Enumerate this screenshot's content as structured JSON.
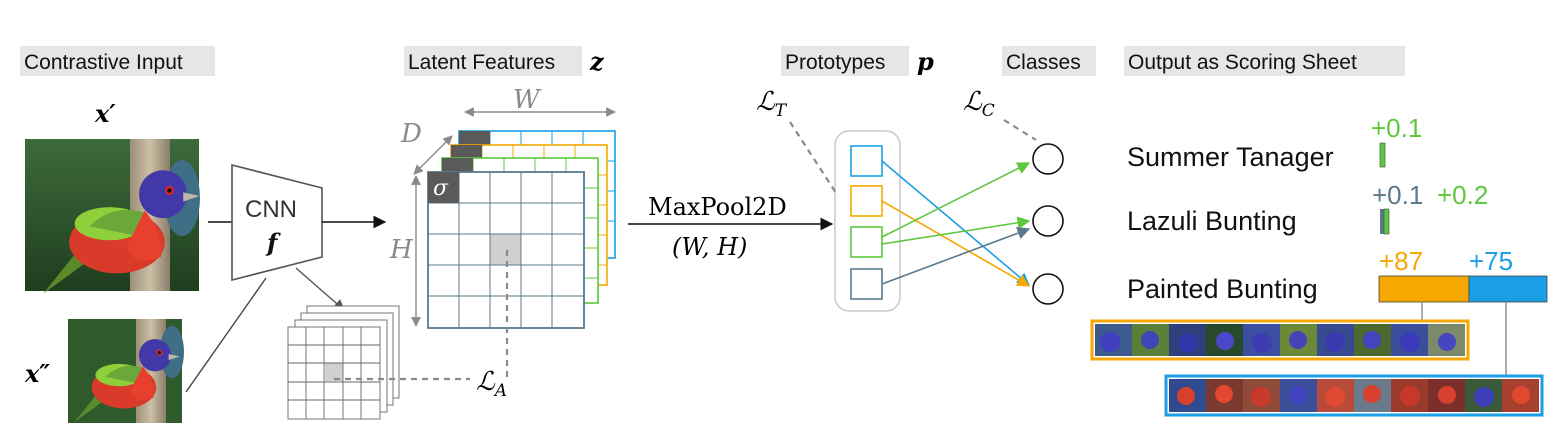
{
  "sections": {
    "input": "Contrastive Input",
    "latent": "Latent Features",
    "latent_sym": "z",
    "prototypes": "Prototypes",
    "prototypes_sym": "p",
    "classes": "Classes",
    "output": "Output as Scoring Sheet"
  },
  "inputs": {
    "x1": "x′",
    "x2": "x″"
  },
  "encoder": {
    "label": "CNN",
    "sym": "f"
  },
  "latent_dims": {
    "w": "W",
    "h": "H",
    "d": "D",
    "sigma": "σ"
  },
  "pooling": {
    "op": "MaxPool2D",
    "args": "(W, H)"
  },
  "losses": {
    "t": "ℒ",
    "t_sub": "T",
    "c": "ℒ",
    "c_sub": "C",
    "a": "ℒ",
    "a_sub": "A"
  },
  "scores": [
    {
      "label": "Summer Tanager",
      "contribs": [
        "+0.1"
      ]
    },
    {
      "label": "Lazuli Bunting",
      "contribs": [
        "+0.1",
        "+0.2"
      ]
    },
    {
      "label": "Painted Bunting",
      "contribs": [
        "+87",
        "+75"
      ]
    }
  ],
  "colors": {
    "blue": "#1a9ee6",
    "orange": "#f5a800",
    "green": "#5cc83c",
    "slate": "#5a7a8c",
    "gray": "#8a8a8a"
  }
}
